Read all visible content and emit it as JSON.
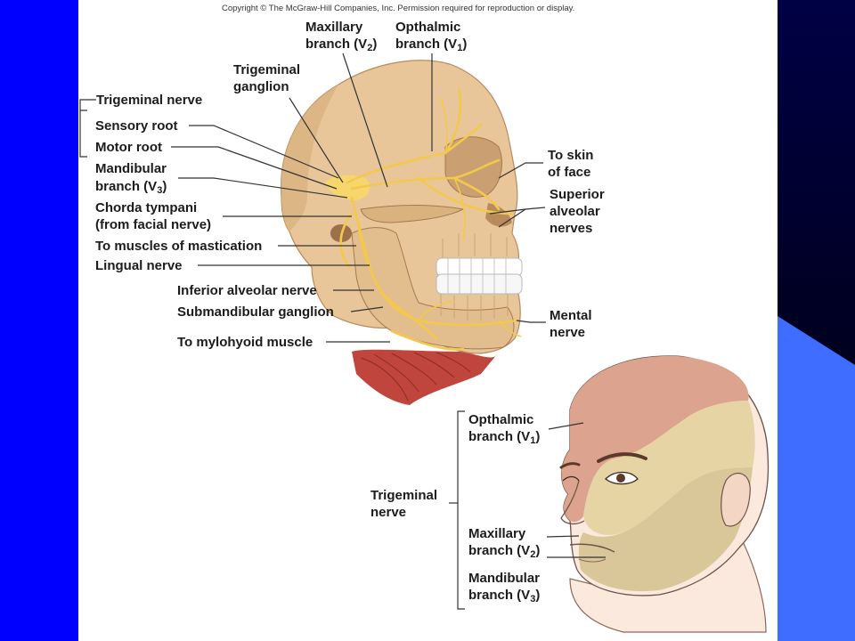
{
  "copyright": "Copyright © The McGraw-Hill Companies, Inc. Permission required for reproduction or display.",
  "skull": {
    "trigeminal_nerve": "Trigeminal nerve",
    "sensory_root": "Sensory root",
    "motor_root": "Motor root",
    "mandibular_line1": "Mandibular",
    "mandibular_line2": "branch (V",
    "mandibular_sub": "3",
    "chorda_line1": "Chorda tympani",
    "chorda_line2": "(from facial nerve)",
    "to_muscles_mastication": "To muscles of mastication",
    "lingual_nerve": "Lingual nerve",
    "inferior_alveolar": "Inferior alveolar nerve",
    "submandibular_ganglion": "Submandibular ganglion",
    "to_mylohyoid": "To mylohyoid muscle",
    "trigeminal_ganglion_line1": "Trigeminal",
    "trigeminal_ganglion_line2": "ganglion",
    "maxillary_line1": "Maxillary",
    "maxillary_line2": "branch (V",
    "maxillary_sub": "2",
    "opthalmic_line1": "Opthalmic",
    "opthalmic_line2": "branch (V",
    "opthalmic_sub": "1",
    "to_skin_line1": "To skin",
    "to_skin_line2": "of face",
    "superior_line1": "Superior",
    "superior_line2": "alveolar",
    "superior_line3": "nerves",
    "mental_line1": "Mental",
    "mental_line2": "nerve",
    "close_paren": ")"
  },
  "head": {
    "trigeminal_line1": "Trigeminal",
    "trigeminal_line2": "nerve",
    "opthalmic_line1": "Opthalmic",
    "opthalmic_line2": "branch (V",
    "opthalmic_sub": "1",
    "maxillary_line1": "Maxillary",
    "maxillary_line2": "branch (V",
    "maxillary_sub": "2",
    "mandibular_line1": "Mandibular",
    "mandibular_line2": "branch (V",
    "mandibular_sub": "3",
    "close_paren": ")"
  },
  "colors": {
    "bone": "#e8c69a",
    "nerve": "#f2c94c",
    "opthalmic_zone": "#dca38e",
    "maxillary_zone": "#e6d4a4",
    "mandibular_zone": "#d9c79a",
    "muscle": "#c0453c"
  }
}
